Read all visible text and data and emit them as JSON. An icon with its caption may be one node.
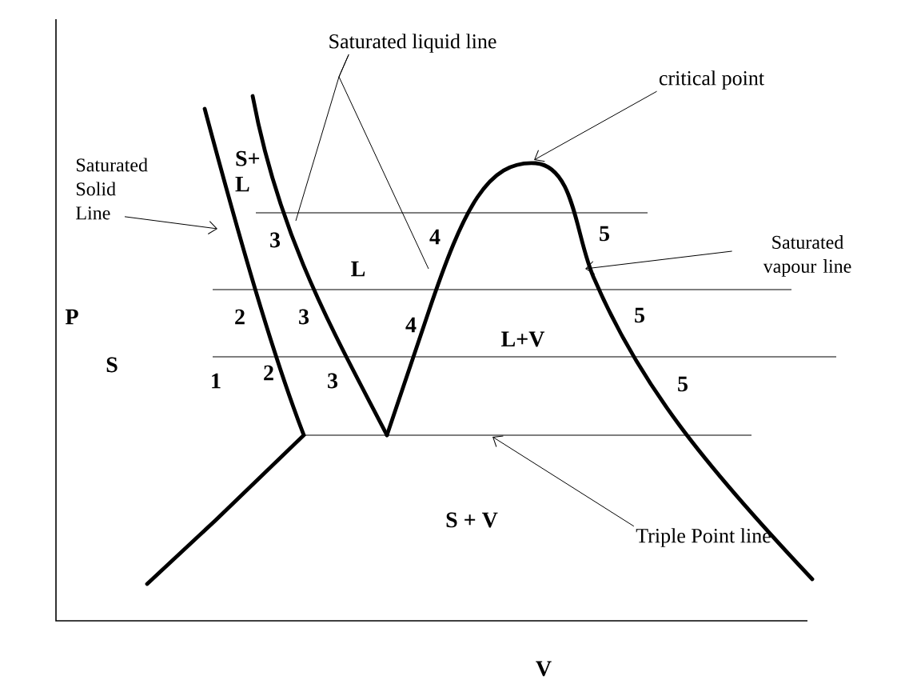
{
  "diagram": {
    "nodes": [
      {
        "text": [
          "Saturated liquid line"
        ]
      },
      {
        "text": [
          "critical point"
        ]
      },
      {
        "text": [
          "Saturated Solid Line"
        ]
      },
      {
        "text": [
          "Saturated vapour line"
        ]
      },
      {
        "text": [
          "Triple Point line"
        ]
      }
    ],
    "edges": [
      {
        "from": 2,
        "to": null,
        "arrow": "to"
      },
      {
        "from": 0,
        "to": null,
        "arrow": "none"
      },
      {
        "from": 0,
        "to": null,
        "arrow": "none"
      },
      {
        "from": 1,
        "to": null,
        "arrow": "to"
      },
      {
        "from": 3,
        "to": null,
        "arrow": "to"
      },
      {
        "from": 4,
        "to": null,
        "arrow": "to"
      }
    ],
    "labels": [
      "S+ L",
      "3",
      "4",
      "5",
      "L",
      "P",
      "2",
      "3",
      "4",
      "5",
      "L+V",
      "S",
      "1",
      "2",
      "3",
      "5",
      "S + V",
      "V"
    ]
  }
}
